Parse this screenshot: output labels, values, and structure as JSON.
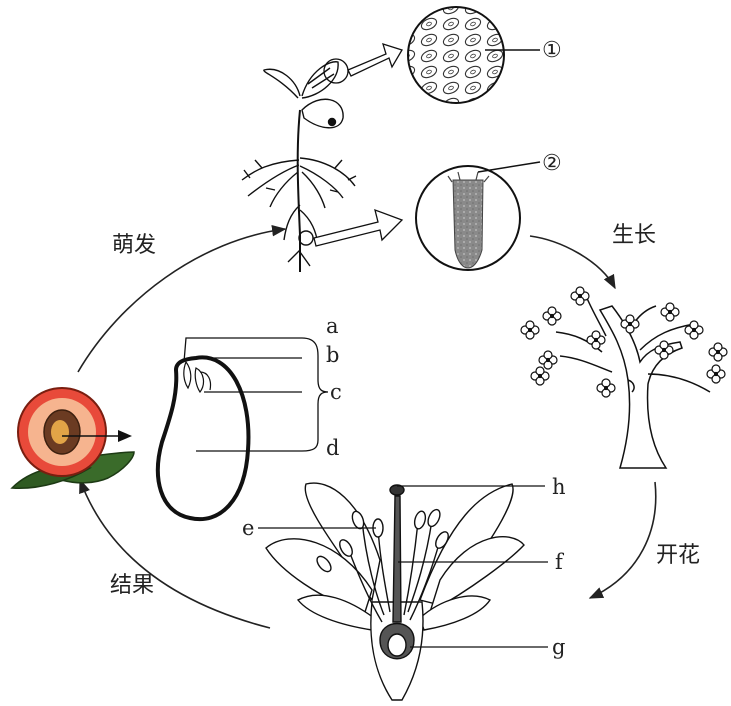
{
  "stages": {
    "germination": "萌发",
    "growth": "生长",
    "flowering": "开花",
    "fruiting": "结果"
  },
  "seed_labels": [
    "a",
    "b",
    "c",
    "d"
  ],
  "flower_labels": [
    "e",
    "f",
    "g",
    "h"
  ],
  "magnified_labels": [
    "①",
    "②"
  ]
}
